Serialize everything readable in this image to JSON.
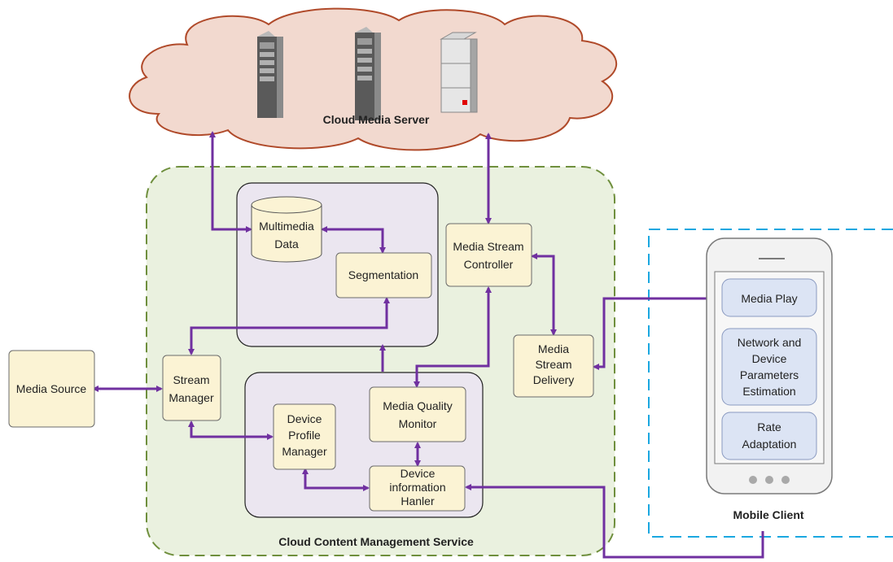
{
  "cloud": {
    "label": "Cloud Media Server"
  },
  "service": {
    "label": "Cloud Content Management Service"
  },
  "client": {
    "label": "Mobile Client"
  },
  "nodes": {
    "media_source": "Media Source",
    "stream_manager": [
      "Stream",
      "Manager"
    ],
    "multimedia_data": [
      "Multimedia",
      "Data"
    ],
    "segmentation": "Segmentation",
    "media_stream_controller": [
      "Media Stream",
      "Controller"
    ],
    "media_stream_delivery": [
      "Media",
      "Stream",
      "Delivery"
    ],
    "device_profile_manager": [
      "Device",
      "Profile",
      "Manager"
    ],
    "media_quality_monitor": [
      "Media Quality",
      "Monitor"
    ],
    "device_information_handler": [
      "Device",
      "information",
      "Hanler"
    ],
    "media_play": "Media Play",
    "network_estimation": [
      "Network and",
      "Device",
      "Parameters",
      "Estimation"
    ],
    "rate_adaptation": [
      "Rate",
      "Adaptation"
    ]
  },
  "colors": {
    "arrow": "#7030a0",
    "cloud_fill": "#f2d9cf",
    "cloud_stroke": "#b04a2a",
    "service_fill": "#eaf1df",
    "service_stroke": "#6f8f3d",
    "client_stroke": "#1aa7e0",
    "node_fill": "#fbf3d4",
    "panel_fill": "#ebe6f0",
    "phone_button": "#a9a9a9"
  },
  "icons": [
    "server-tower-icon",
    "server-tower-icon",
    "server-cabinet-icon",
    "database-cylinder-icon",
    "smartphone-icon"
  ]
}
